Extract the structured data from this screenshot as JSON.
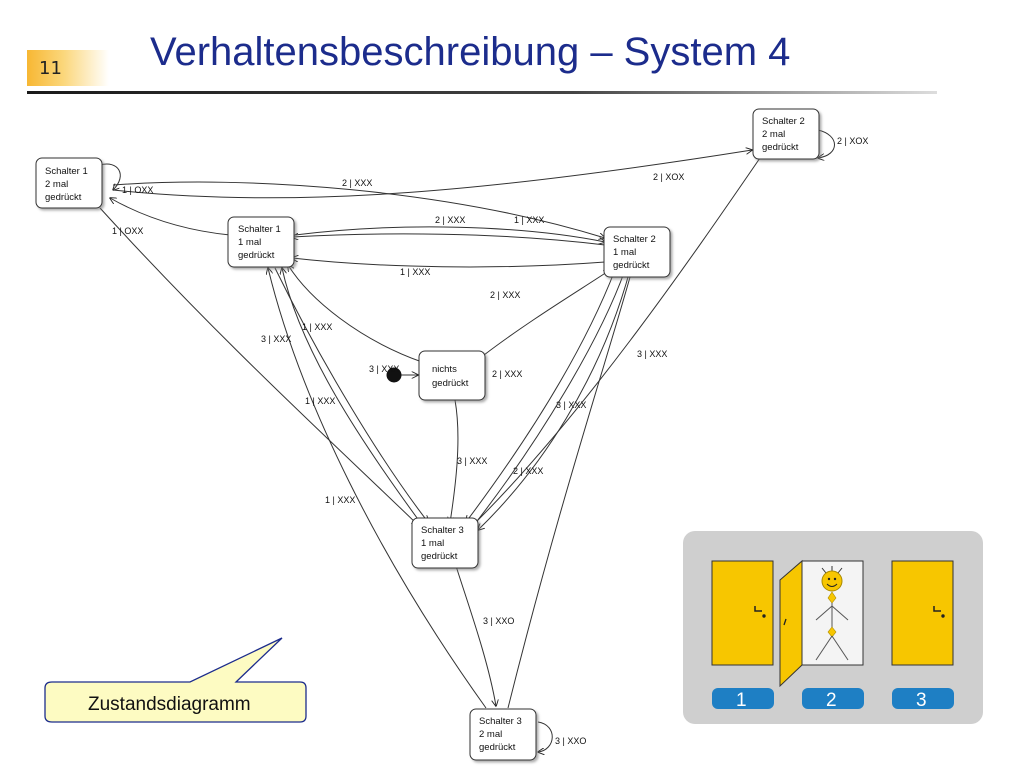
{
  "slide": {
    "number": "11",
    "title": "Verhaltensbeschreibung – System 4"
  },
  "states": {
    "s1_2": [
      "Schalter 1",
      "2 mal",
      "gedrückt"
    ],
    "s1_1": [
      "Schalter 1",
      "1 mal",
      "gedrückt"
    ],
    "s2_2": [
      "Schalter 2",
      "2 mal",
      "gedrückt"
    ],
    "s2_1": [
      "Schalter 2",
      "1 mal",
      "gedrückt"
    ],
    "nichts": [
      "nichts",
      "gedrückt"
    ],
    "s3_1": [
      "Schalter 3",
      "1 mal",
      "gedrückt"
    ],
    "s3_2": [
      "Schalter 3",
      "2 mal",
      "gedrückt"
    ]
  },
  "edge_labels": {
    "s1_2_self": "1 | OXX",
    "s1_2_to_s2_1": "2 | XXX",
    "s1_2_to_s1_1": "1 | OXX",
    "s1_1_to_s2_1": "2 | XXX",
    "s2_1_to_s1_1": "1 | XXX",
    "s2_1_to_s1_1_lower": "1 | XXX",
    "s1_2_to_s2_2": "2 | XOX",
    "s2_2_self": "2 | XOX",
    "nichts_to_s2_1": "2 | XXX",
    "nichts_to_s2_1_b": "2 | XXX",
    "s1_1_to_s3": "3 | XXX",
    "nichts_to_s1_1": "1 | XXX",
    "start_to_nichts": "3 | XXX",
    "s3_to_s1_1": "1 | XXX",
    "s2_1_to_s3": "3 | XXX",
    "s2_2_to_s3": "3 | XXX",
    "nichts_to_s3": "3 | XXX",
    "s3_to_s2_1": "2 | XXX",
    "s3_2_to_s1_1": "1 | XXX",
    "s3_1_to_s3_2": "3 | XXO",
    "s3_2_self": "3 | XXO"
  },
  "callout": {
    "text": "Zustandsdiagramm"
  },
  "doors": {
    "labels": [
      "1",
      "2",
      "3"
    ],
    "door_color": "#f7c600",
    "panel_color": "#cfcfcf",
    "badge_color": "#1e7fc4"
  }
}
